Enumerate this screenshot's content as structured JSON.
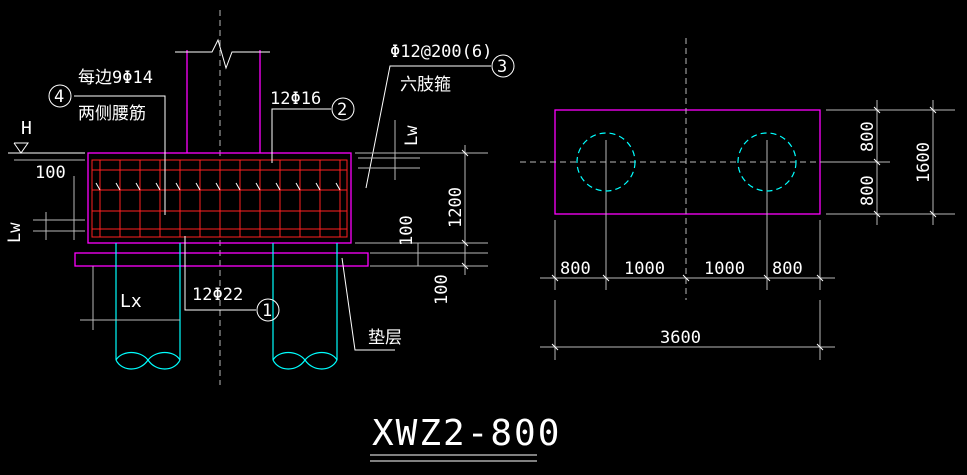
{
  "drawing_title": "XWZ2-800",
  "section": {
    "level_mark": "H",
    "top_offset": "100",
    "side_bars_label_1": "每边9Φ14",
    "side_bars_label_2": "两侧腰筋",
    "side_bars_callout": "4",
    "top_bars_label": "12Φ16",
    "top_bars_callout": "2",
    "stirrup_label_1": "Φ12@200(6)",
    "stirrup_label_2": "六肢箍",
    "stirrup_callout": "3",
    "bottom_bars_label": "12Φ22",
    "bottom_bars_callout": "1",
    "lw_left": "Lw",
    "lw_right": "Lw",
    "height_dim": "1200",
    "cover_dim": "100",
    "cushion_dim": "100",
    "pile_embed_label": "Lx",
    "cushion_label": "垫层"
  },
  "plan": {
    "dims_bottom": [
      "800",
      "1000",
      "1000",
      "800"
    ],
    "total_width": "3600",
    "dims_right": [
      "800",
      "800"
    ],
    "total_height": "1600"
  }
}
